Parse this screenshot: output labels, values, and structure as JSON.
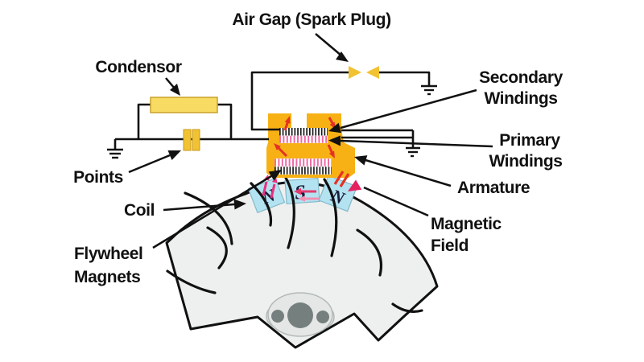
{
  "figure": {
    "type": "diagram",
    "subject": "Flywheel magneto ignition system"
  },
  "labels": {
    "air_gap": "Air Gap (Spark Plug)",
    "condensor": "Condensor",
    "points": "Points",
    "coil": "Coil",
    "flywheel_magnets": [
      "Flywheel",
      "Magnets"
    ],
    "secondary_windings": [
      "Secondary",
      "Windings"
    ],
    "primary_windings": [
      "Primary",
      "Windings"
    ],
    "armature": "Armature",
    "magnetic_field": [
      "Magnetic",
      "Field"
    ]
  },
  "magnets": {
    "left": "N",
    "center": "S",
    "right": "N"
  },
  "colors": {
    "armature_orange": "#f7b114",
    "component_yellow": "#f1c232",
    "condensor_yellow": "#f8db63",
    "magnet_blue": "#b3e2f0",
    "flywheel_gray": "#eef0ef",
    "hub_dark_gray": "#75807e",
    "primary_winding_pink": "#ef6ba6",
    "secondary_winding_black": "#1a1a1a",
    "flux_red": "#e53125",
    "flux_magenta": "#ec2f7e",
    "line_black": "#111111"
  }
}
